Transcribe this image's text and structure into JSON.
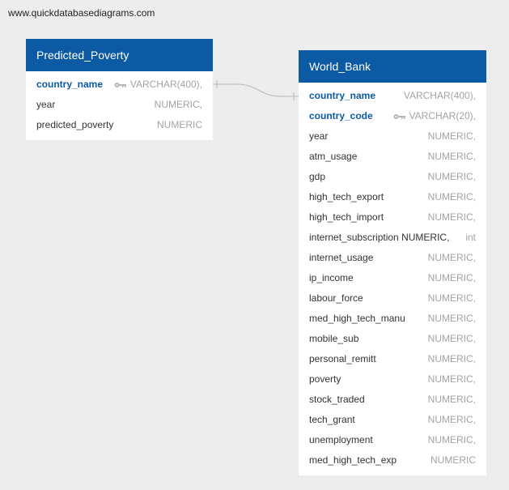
{
  "watermark": "www.quickdatabasediagrams.com",
  "tables": [
    {
      "name": "Predicted_Poverty",
      "columns": [
        {
          "name": "country_name",
          "type": "VARCHAR(400),",
          "pk": true
        },
        {
          "name": "year",
          "type": "NUMERIC,",
          "pk": false
        },
        {
          "name": "predicted_poverty",
          "type": "NUMERIC",
          "pk": false
        }
      ]
    },
    {
      "name": "World_Bank",
      "columns": [
        {
          "name": "country_name",
          "type": "VARCHAR(400),",
          "pk": true
        },
        {
          "name": "country_code",
          "type": "VARCHAR(20),",
          "pk": true,
          "key": true
        },
        {
          "name": "year",
          "type": "NUMERIC,"
        },
        {
          "name": "atm_usage",
          "type": "NUMERIC,"
        },
        {
          "name": "gdp",
          "type": "NUMERIC,"
        },
        {
          "name": "high_tech_export",
          "type": "NUMERIC,"
        },
        {
          "name": "high_tech_import",
          "type": "NUMERIC,"
        },
        {
          "name": "internet_subscription NUMERIC,",
          "type": "int"
        },
        {
          "name": "internet_usage",
          "type": "NUMERIC,"
        },
        {
          "name": "ip_income",
          "type": "NUMERIC,"
        },
        {
          "name": "labour_force",
          "type": "NUMERIC,"
        },
        {
          "name": "med_high_tech_manu",
          "type": "NUMERIC,"
        },
        {
          "name": "mobile_sub",
          "type": "NUMERIC,"
        },
        {
          "name": "personal_remitt",
          "type": "NUMERIC,"
        },
        {
          "name": "poverty",
          "type": "NUMERIC,"
        },
        {
          "name": "stock_traded",
          "type": "NUMERIC,"
        },
        {
          "name": "tech_grant",
          "type": "NUMERIC,"
        },
        {
          "name": "unemployment",
          "type": "NUMERIC,"
        },
        {
          "name": "med_high_tech_exp",
          "type": "NUMERIC"
        }
      ]
    }
  ],
  "relationship": {
    "from": "Predicted_Poverty.country_name",
    "to": "World_Bank.country_name",
    "type": "one-to-one"
  }
}
